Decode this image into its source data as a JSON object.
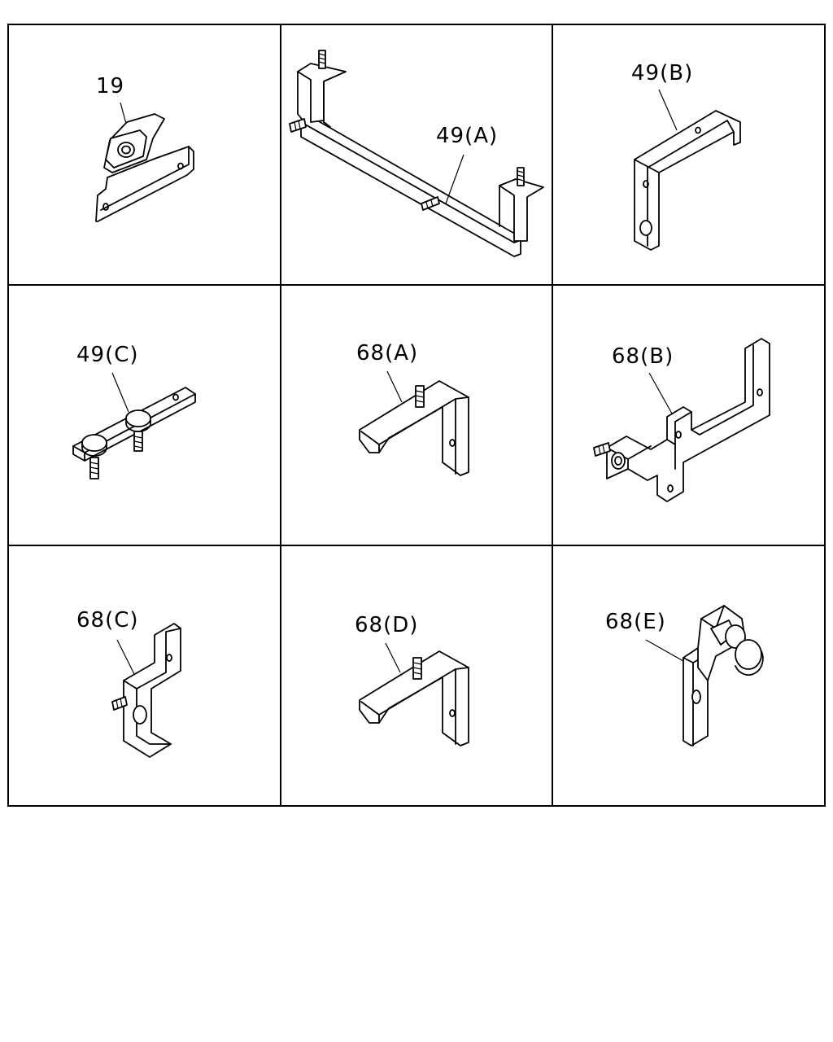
{
  "cells": [
    {
      "label": "19"
    },
    {
      "label": "49(A)"
    },
    {
      "label": "49(B)"
    },
    {
      "label": "49(C)"
    },
    {
      "label": "68(A)"
    },
    {
      "label": "68(B)"
    },
    {
      "label": "68(C)"
    },
    {
      "label": "68(D)"
    },
    {
      "label": "68(E)"
    }
  ]
}
